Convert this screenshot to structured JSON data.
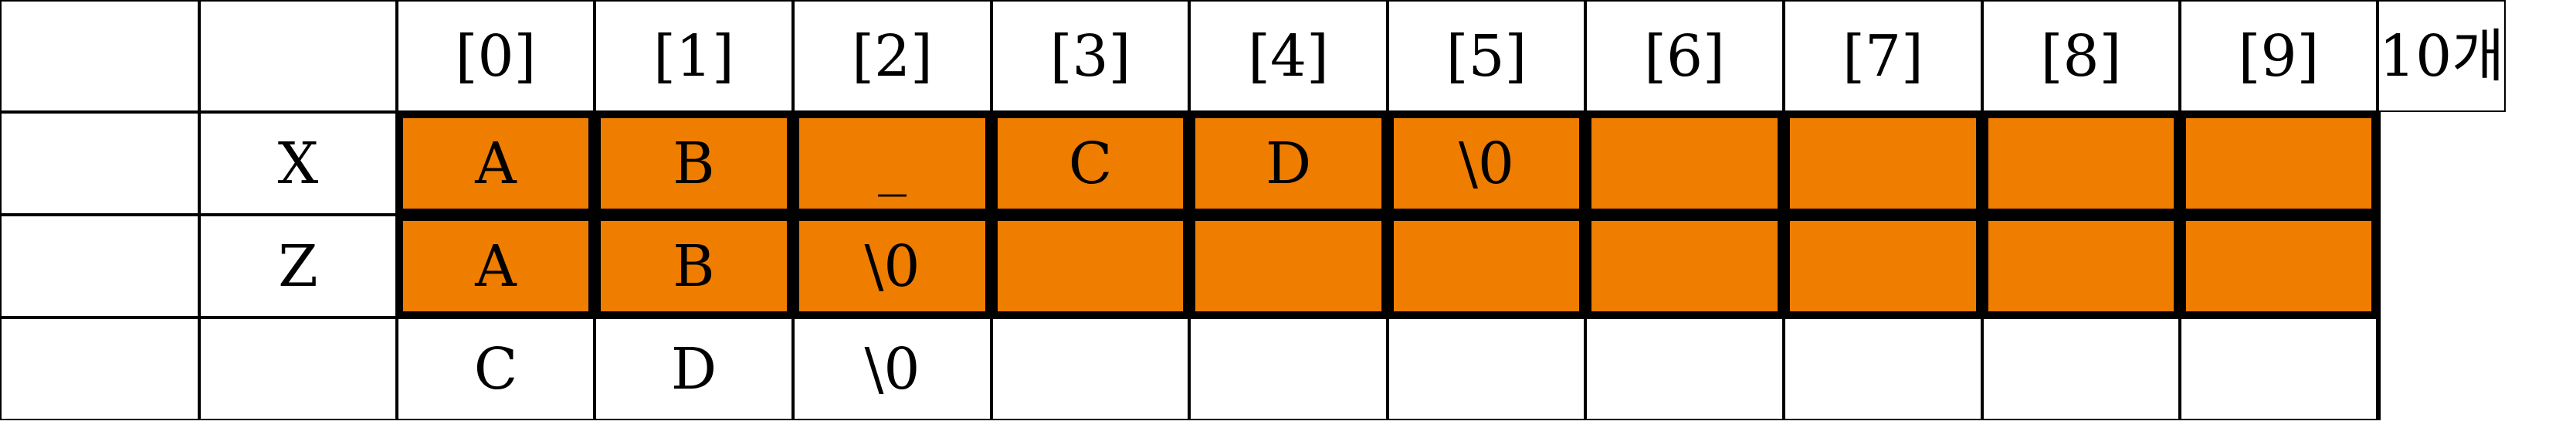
{
  "headers": [
    "[0]",
    "[1]",
    "[2]",
    "[3]",
    "[4]",
    "[5]",
    "[6]",
    "[7]",
    "[8]",
    "[9]",
    "10개"
  ],
  "rows": [
    {
      "label": "X",
      "cells": [
        "A",
        "B",
        "_",
        "C",
        "D",
        "\\0",
        "",
        "",
        "",
        ""
      ]
    },
    {
      "label": "Z",
      "cells": [
        "A",
        "B",
        "\\0",
        "",
        "",
        "",
        "",
        "",
        "",
        ""
      ]
    }
  ],
  "overflow_row": {
    "cells": [
      "C",
      "D",
      "\\0",
      "",
      "",
      "",
      "",
      "",
      "",
      ""
    ]
  },
  "colors": {
    "array_fill": "#ef7d00",
    "border": "#000000",
    "background": "#ffffff"
  }
}
